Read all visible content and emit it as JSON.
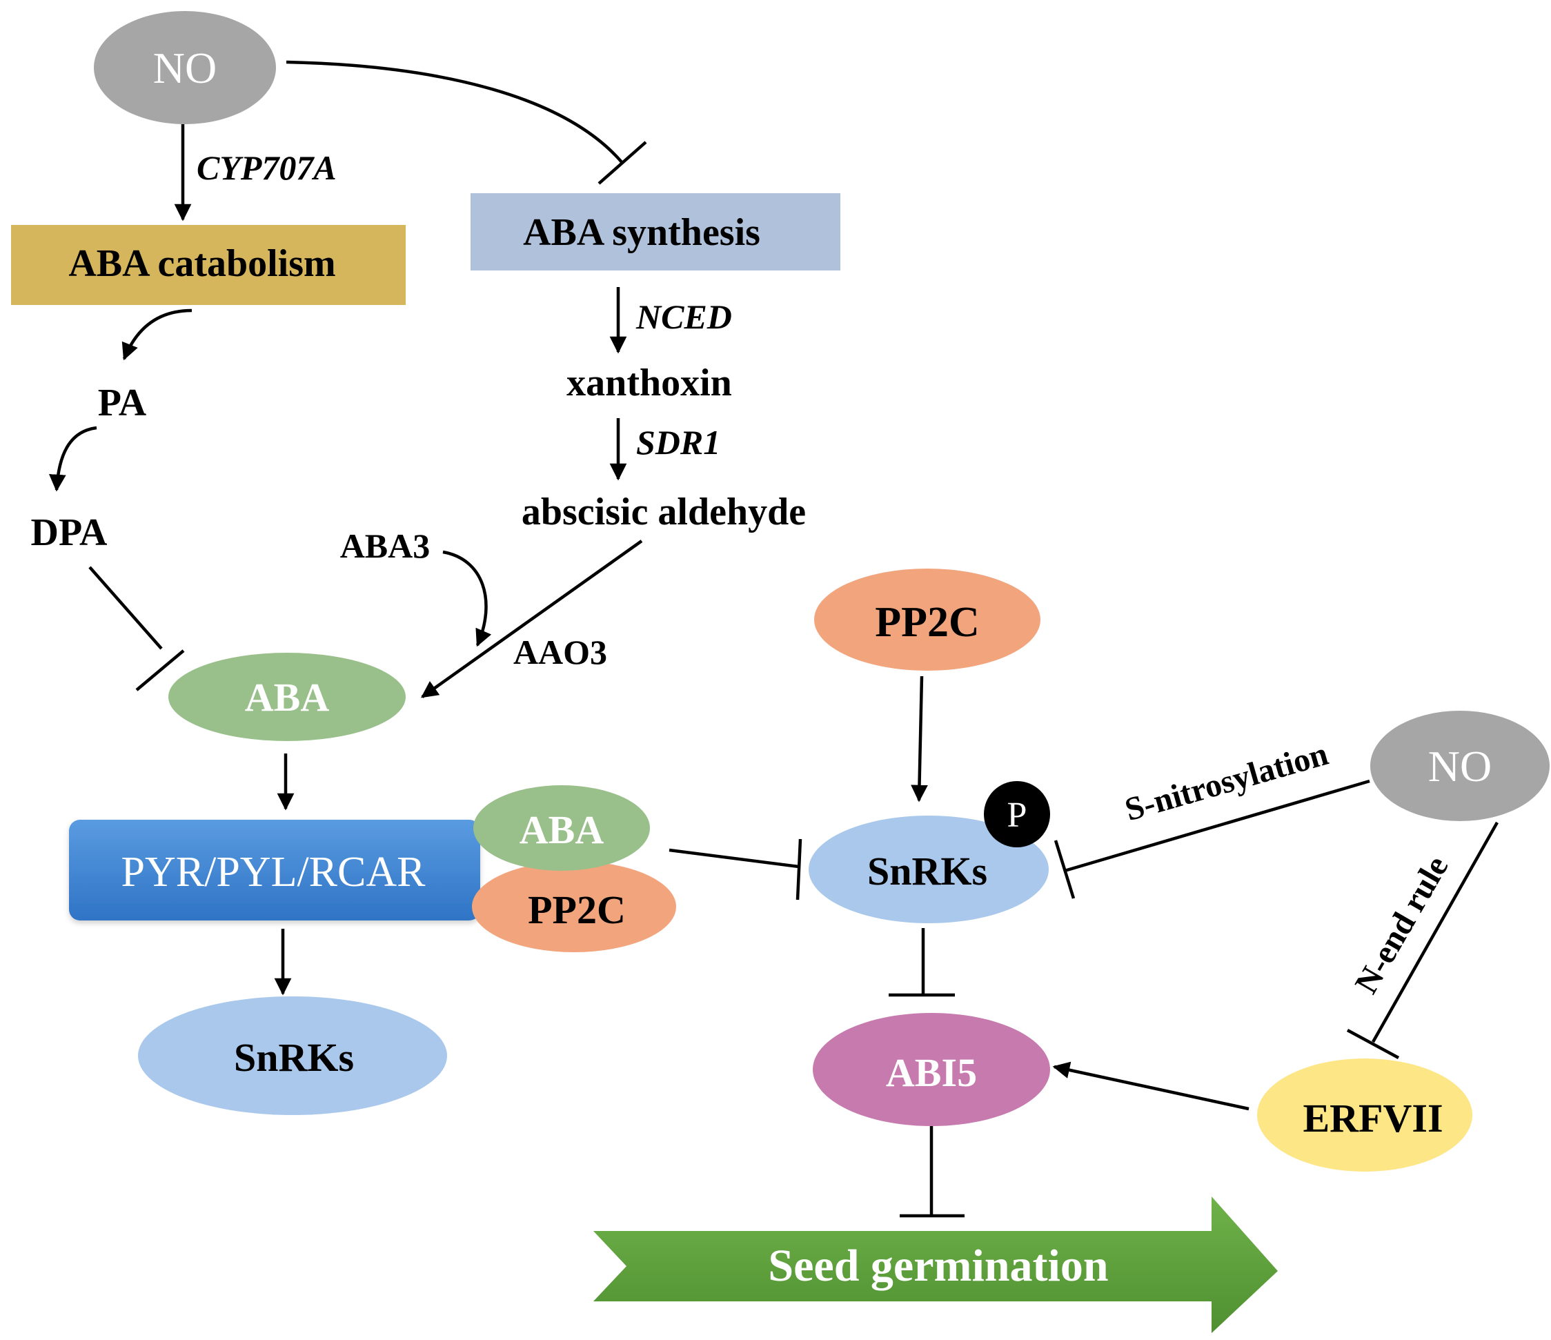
{
  "nodes": {
    "no_top": "NO",
    "no_right": "NO",
    "aba_catabolism": "ABA catabolism",
    "aba_synthesis": "ABA synthesis",
    "pa": "PA",
    "dpa": "DPA",
    "xanthoxin": "xanthoxin",
    "abscisic_aldehyde": "abscisic aldehyde",
    "aba_main": "ABA",
    "aba_bound": "ABA",
    "receptor": "PYR/PYL/RCAR",
    "pp2c_bound": "PP2C",
    "pp2c_top": "PP2C",
    "snrks_left": "SnRKs",
    "snrks_right": "SnRKs",
    "phospho": "P",
    "abi5": "ABI5",
    "erfvii": "ERFVII",
    "germination": "Seed germination"
  },
  "edge_labels": {
    "cyp707a": "CYP707A",
    "nced": "NCED",
    "sdr1": "SDR1",
    "aba3": "ABA3",
    "aao3": "AAO3",
    "s_nitrosylation": "S-nitrosylation",
    "n_end_rule": "N-end rule"
  },
  "colors": {
    "no_gray": "#a6a6a6",
    "catabolism_gold": "#d6b65c",
    "synthesis_blue": "#b0c1db",
    "aba_green": "#99bf8b",
    "receptor_blue": "#3f86d6",
    "pp2c_orange": "#f2a57d",
    "snrk_blue": "#a9c8ec",
    "abi5_magenta": "#c77aae",
    "erfvii_yellow": "#fde686",
    "germination_green": "#5ca13a"
  }
}
